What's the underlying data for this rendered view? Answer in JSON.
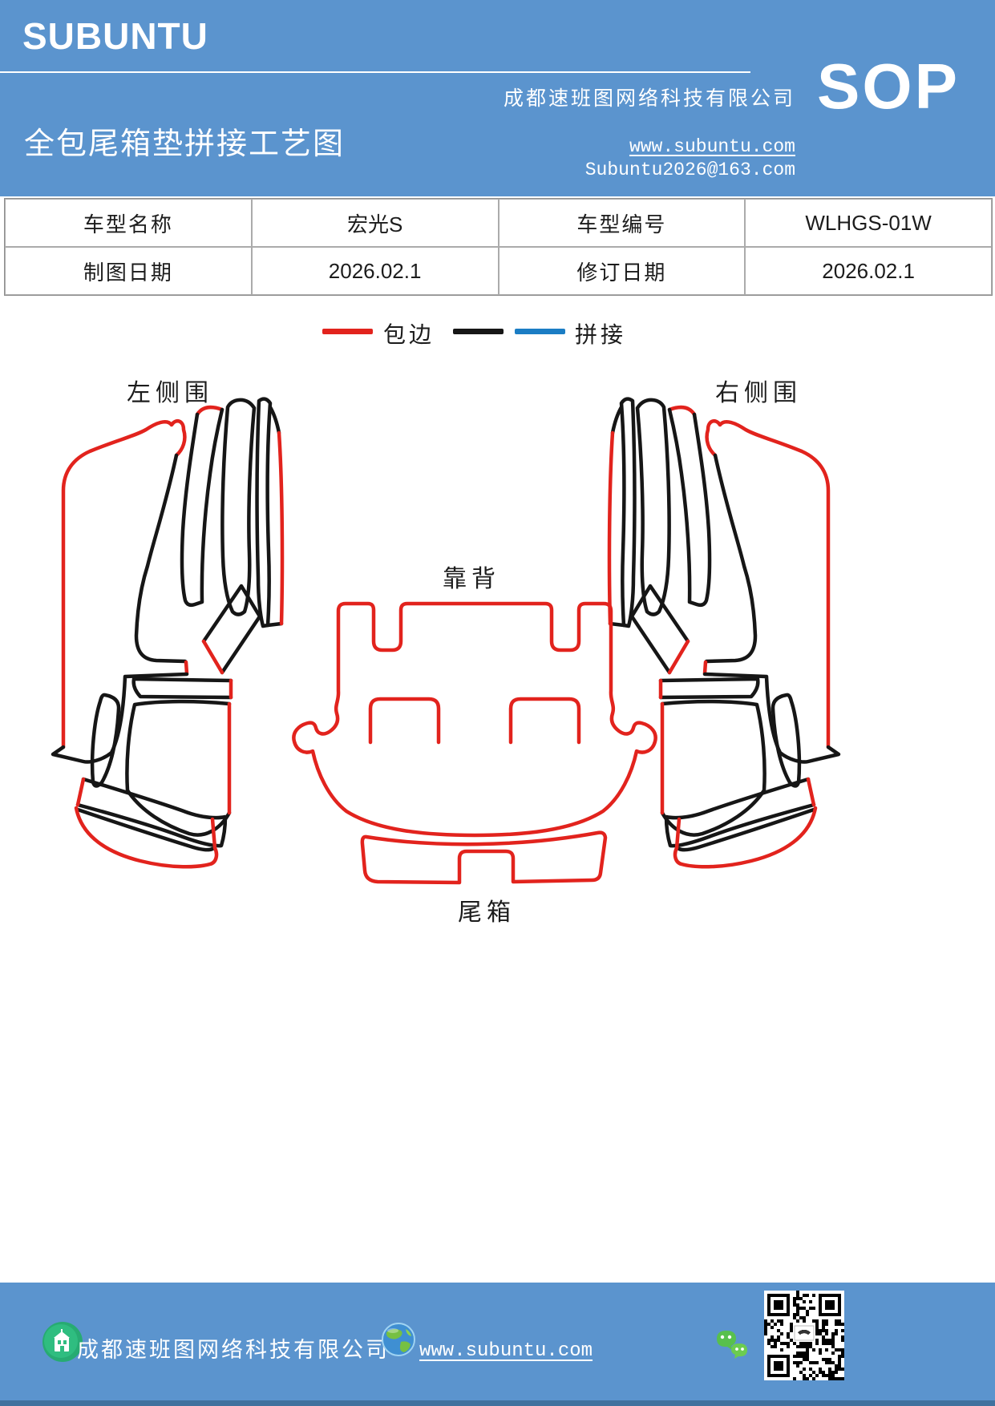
{
  "header": {
    "brand": "SUBUNTU",
    "title": "全包尾箱垫拼接工艺图",
    "company": "成都速班图网络科技有限公司",
    "website": "www.subuntu.com",
    "email": "Subuntu2026@163.com",
    "sop_badge": "SOP",
    "bg_color": "#5b94ce"
  },
  "table": {
    "r1c1": "车型名称",
    "r1c2": "宏光S",
    "r1c3": "车型编号",
    "r1c4": "WLHGS-01W",
    "r2c1": "制图日期",
    "r2c2": "2026.02.1",
    "r2c3": "修订日期",
    "r2c4": "2026.02.1"
  },
  "legend": {
    "wrap_label": "包边",
    "splice_label": "拼接",
    "wrap_color": "#e2231d",
    "splice_color_1": "#161616",
    "splice_color_2": "#1b7dc4"
  },
  "diagram": {
    "label_left": "左侧围",
    "label_right": "右侧围",
    "label_back": "靠背",
    "label_trunk": "尾箱",
    "edge_color": "#e2231d",
    "cut_color": "#161616"
  },
  "footer": {
    "company": "成都速班图网络科技有限公司",
    "website": "www.subuntu.com",
    "bg_color": "#5b94ce",
    "strip_color": "#40719e",
    "icons": [
      "building-icon",
      "globe-icon",
      "wechat-icon",
      "qr-code"
    ]
  }
}
